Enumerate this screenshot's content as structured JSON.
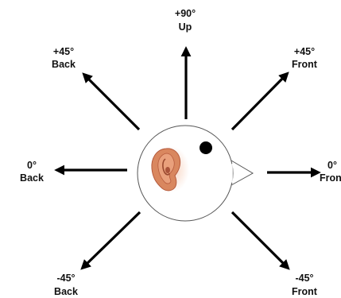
{
  "directions": {
    "up": {
      "angle": "+90°",
      "label": "Up"
    },
    "back_up": {
      "angle": "+45°",
      "label": "Back"
    },
    "front_up": {
      "angle": "+45°",
      "label": "Front"
    },
    "back_level": {
      "angle": "0°",
      "label": "Back"
    },
    "front_level": {
      "angle": "0°",
      "label": "Front"
    },
    "back_down": {
      "angle": "-45°",
      "label": "Back"
    },
    "front_down": {
      "angle": "-45°",
      "label": "Front"
    }
  },
  "colors": {
    "arrow": "#000000",
    "head_fill": "#ffffff",
    "head_stroke": "#555555",
    "ear_outer": "#d9875f",
    "ear_inner": "#b55a3c",
    "ear_glow": "#f6cbb4"
  },
  "icons": {
    "ear": "ear-icon",
    "eye": "eye-dot",
    "beak": "beak-triangle"
  }
}
